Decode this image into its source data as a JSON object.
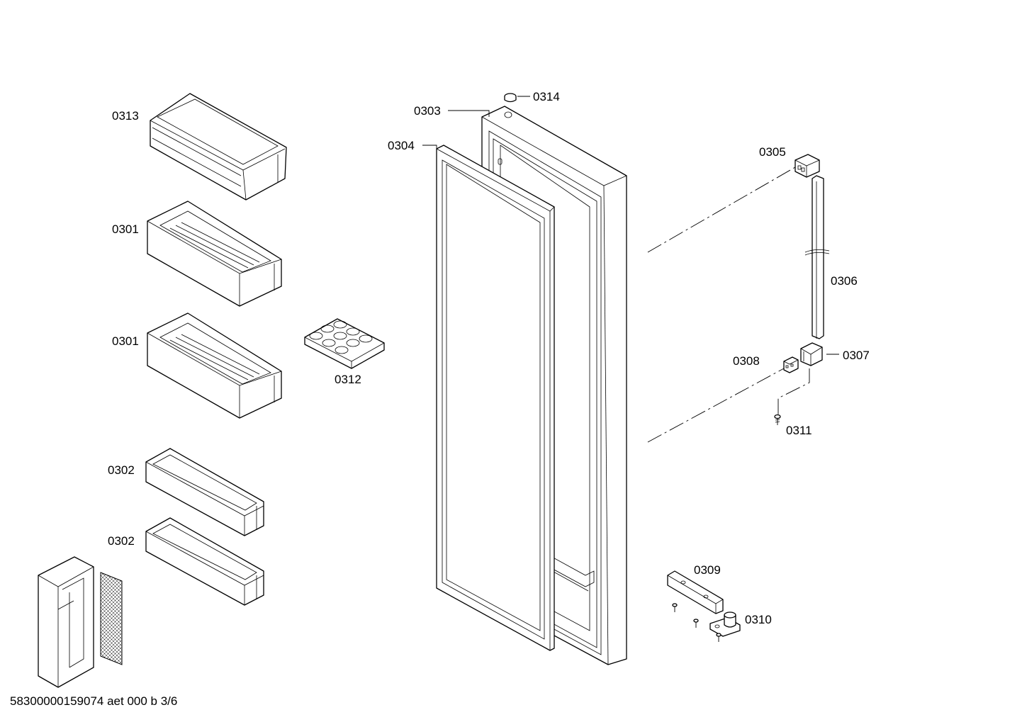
{
  "labels": {
    "p0313": "0313",
    "p0301a": "0301",
    "p0301b": "0301",
    "p0302a": "0302",
    "p0302b": "0302",
    "p0312": "0312",
    "p0303": "0303",
    "p0304": "0304",
    "p0314": "0314",
    "p0305": "0305",
    "p0306": "0306",
    "p0307": "0307",
    "p0308": "0308",
    "p0311": "0311",
    "p0309": "0309",
    "p0310": "0310"
  },
  "footer": "58300000159074 aet 000 b 3/6"
}
